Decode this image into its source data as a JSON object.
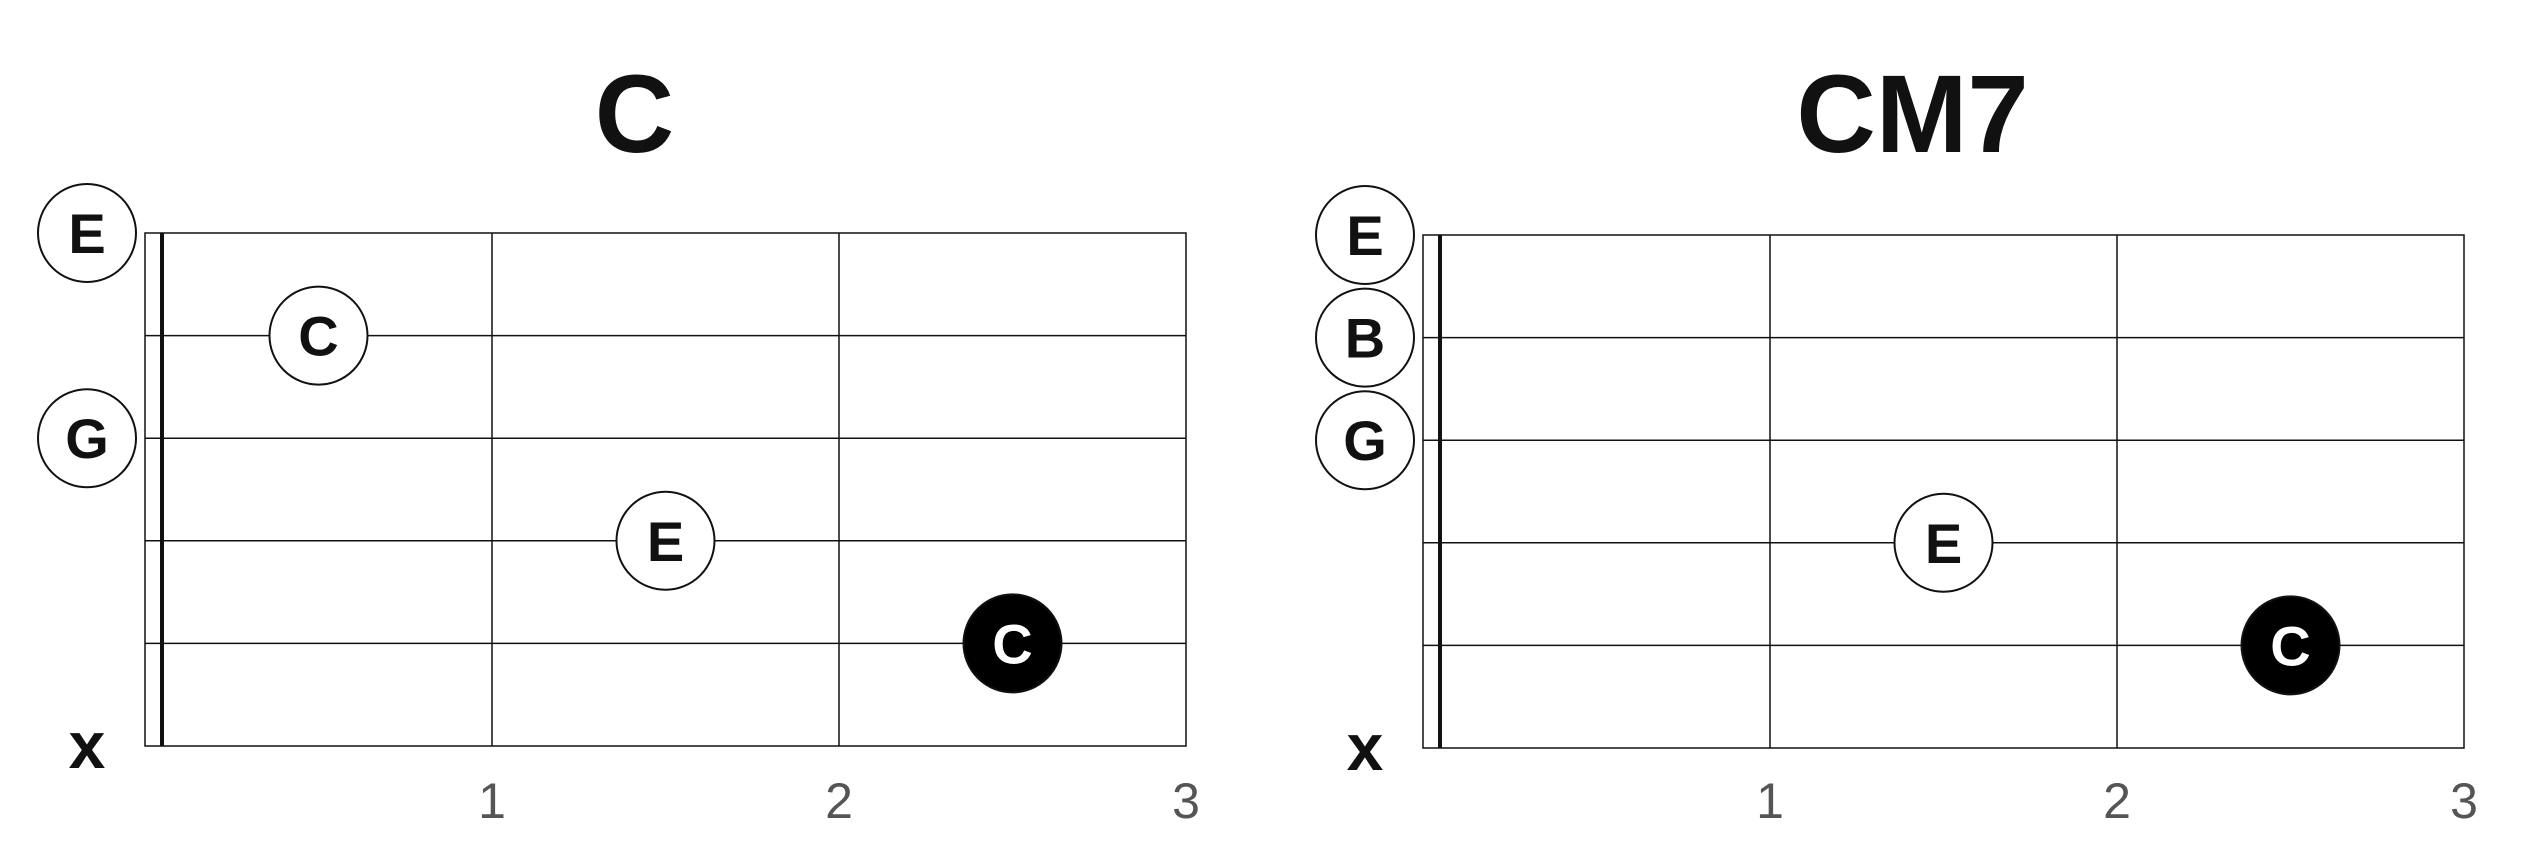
{
  "diagrams": [
    {
      "title": "C",
      "fret_numbers": [
        "1",
        "2",
        "3"
      ],
      "markers": [
        {
          "string": 1,
          "fret": 0,
          "label": "E",
          "filled": false
        },
        {
          "string": 2,
          "fret": 1,
          "label": "C",
          "filled": false
        },
        {
          "string": 3,
          "fret": 0,
          "label": "G",
          "filled": false
        },
        {
          "string": 4,
          "fret": 2,
          "label": "E",
          "filled": false
        },
        {
          "string": 5,
          "fret": 3,
          "label": "C",
          "filled": true
        },
        {
          "string": 6,
          "fret": 0,
          "label": "X",
          "muted": true
        }
      ]
    },
    {
      "title": "CM7",
      "fret_numbers": [
        "1",
        "2",
        "3"
      ],
      "markers": [
        {
          "string": 1,
          "fret": 0,
          "label": "E",
          "filled": false
        },
        {
          "string": 2,
          "fret": 0,
          "label": "B",
          "filled": false
        },
        {
          "string": 3,
          "fret": 0,
          "label": "G",
          "filled": false
        },
        {
          "string": 4,
          "fret": 2,
          "label": "E",
          "filled": false
        },
        {
          "string": 5,
          "fret": 3,
          "label": "C",
          "filled": true
        },
        {
          "string": 6,
          "fret": 0,
          "label": "X",
          "muted": true
        }
      ]
    }
  ],
  "colors": {
    "line": "#111111",
    "fill": "#000000",
    "open": "#ffffff",
    "fret_number": "#555555"
  }
}
